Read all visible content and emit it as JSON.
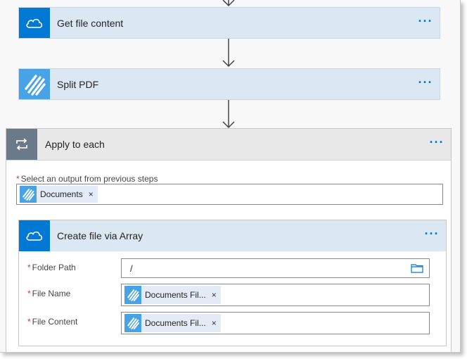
{
  "colors": {
    "connector_blue": "#0078d4",
    "action_bg": "#dbe8f4",
    "pdf_blue": "#47a3e6",
    "loop_gray": "#6b7a89",
    "required_red": "#d13438"
  },
  "steps": [
    {
      "title": "Get file content",
      "icon": "onedrive-cloud-icon",
      "menu": "···"
    },
    {
      "title": "Split PDF",
      "icon": "pdf-stripes-icon",
      "menu": "···"
    }
  ],
  "loop": {
    "title": "Apply to each",
    "icon": "loop-icon",
    "menu": "···",
    "output_label": "Select an output from previous steps",
    "output_token": {
      "label": "Documents",
      "remove": "×"
    },
    "inner": {
      "title": "Create file via Array",
      "icon": "onedrive-cloud-icon",
      "menu": "···",
      "fields": {
        "folder_path": {
          "label": "Folder Path",
          "value": "/"
        },
        "file_name": {
          "label": "File Name",
          "token": "Documents Fil...",
          "remove": "×"
        },
        "file_content": {
          "label": "File Content",
          "token": "Documents Fil...",
          "remove": "×"
        }
      }
    }
  },
  "required_mark": "*"
}
